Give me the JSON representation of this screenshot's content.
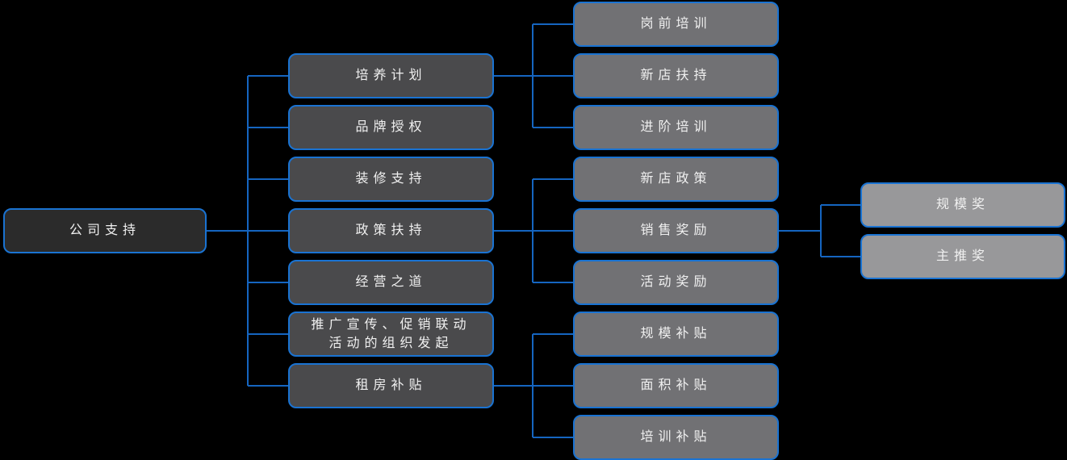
{
  "mindmap": {
    "type": "mindmap",
    "colors": {
      "background": "#000000",
      "connector_line": "#1565c0",
      "node_border": "#1a73d2",
      "root_fill": "#2b2b2b",
      "level2_fill": "#4a4a4c",
      "level3_fill": "#717174",
      "level4_fill": "#98989a",
      "text": "#f0f0f0"
    },
    "root": {
      "label": "公司支持"
    },
    "branches": [
      {
        "label": "培养计划",
        "children": [
          {
            "label": "岗前培训"
          },
          {
            "label": "新店扶持"
          },
          {
            "label": "进阶培训"
          }
        ]
      },
      {
        "label": "品牌授权"
      },
      {
        "label": "装修支持"
      },
      {
        "label": "政策扶持",
        "children": [
          {
            "label": "新店政策"
          },
          {
            "label": "销售奖励",
            "children": [
              {
                "label": "规模奖"
              },
              {
                "label": "主推奖"
              }
            ]
          },
          {
            "label": "活动奖励"
          }
        ]
      },
      {
        "label": "经营之道"
      },
      {
        "label": "推广宣传、促销联动\n活动的组织发起"
      },
      {
        "label": "租房补贴",
        "children": [
          {
            "label": "规模补贴"
          },
          {
            "label": "面积补贴"
          },
          {
            "label": "培训补贴"
          }
        ]
      }
    ]
  }
}
